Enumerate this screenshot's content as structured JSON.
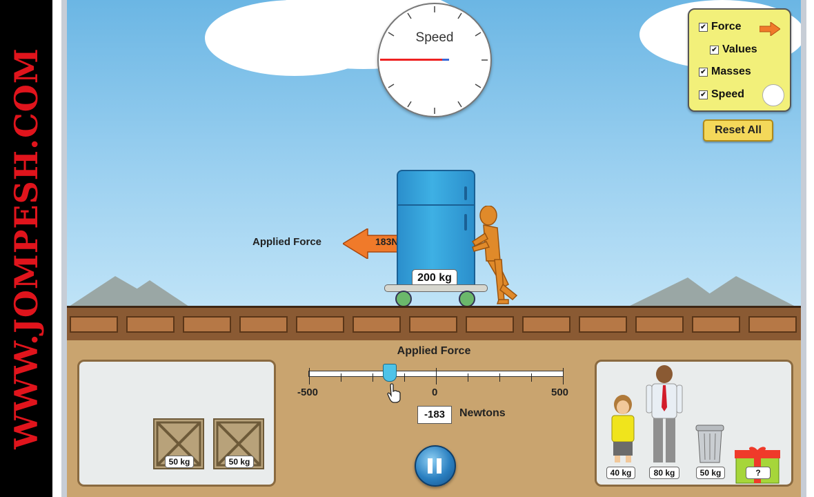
{
  "watermark": {
    "text": "WWW.JOMPESH.COM",
    "color": "#e0141c"
  },
  "speedometer": {
    "label": "Speed"
  },
  "options": {
    "force": {
      "label": "Force",
      "checked": true
    },
    "values": {
      "label": "Values",
      "checked": true
    },
    "masses": {
      "label": "Masses",
      "checked": true
    },
    "speed": {
      "label": "Speed",
      "checked": true
    },
    "check_glyph": "✔"
  },
  "reset_button": {
    "label": "Reset All"
  },
  "applied_force_arrow": {
    "label": "Applied Force",
    "value_text": "183N"
  },
  "fridge": {
    "mass_label": "200 kg"
  },
  "slider": {
    "title": "Applied Force",
    "min_label": "-500",
    "mid_label": "0",
    "max_label": "500",
    "value": -183,
    "value_text": "-183",
    "units": "Newtons"
  },
  "left_items": [
    {
      "label": "50 kg"
    },
    {
      "label": "50 kg"
    }
  ],
  "right_items": [
    {
      "label": "40 kg"
    },
    {
      "label": "80 kg"
    },
    {
      "label": "50 kg"
    },
    {
      "label": "?"
    }
  ],
  "colors": {
    "sky": "#6bb6e4",
    "fridge": "#3eb0e4",
    "arrow": "#f07a2a",
    "options_panel": "#f2f07a",
    "reset_button": "#f4d85a"
  }
}
